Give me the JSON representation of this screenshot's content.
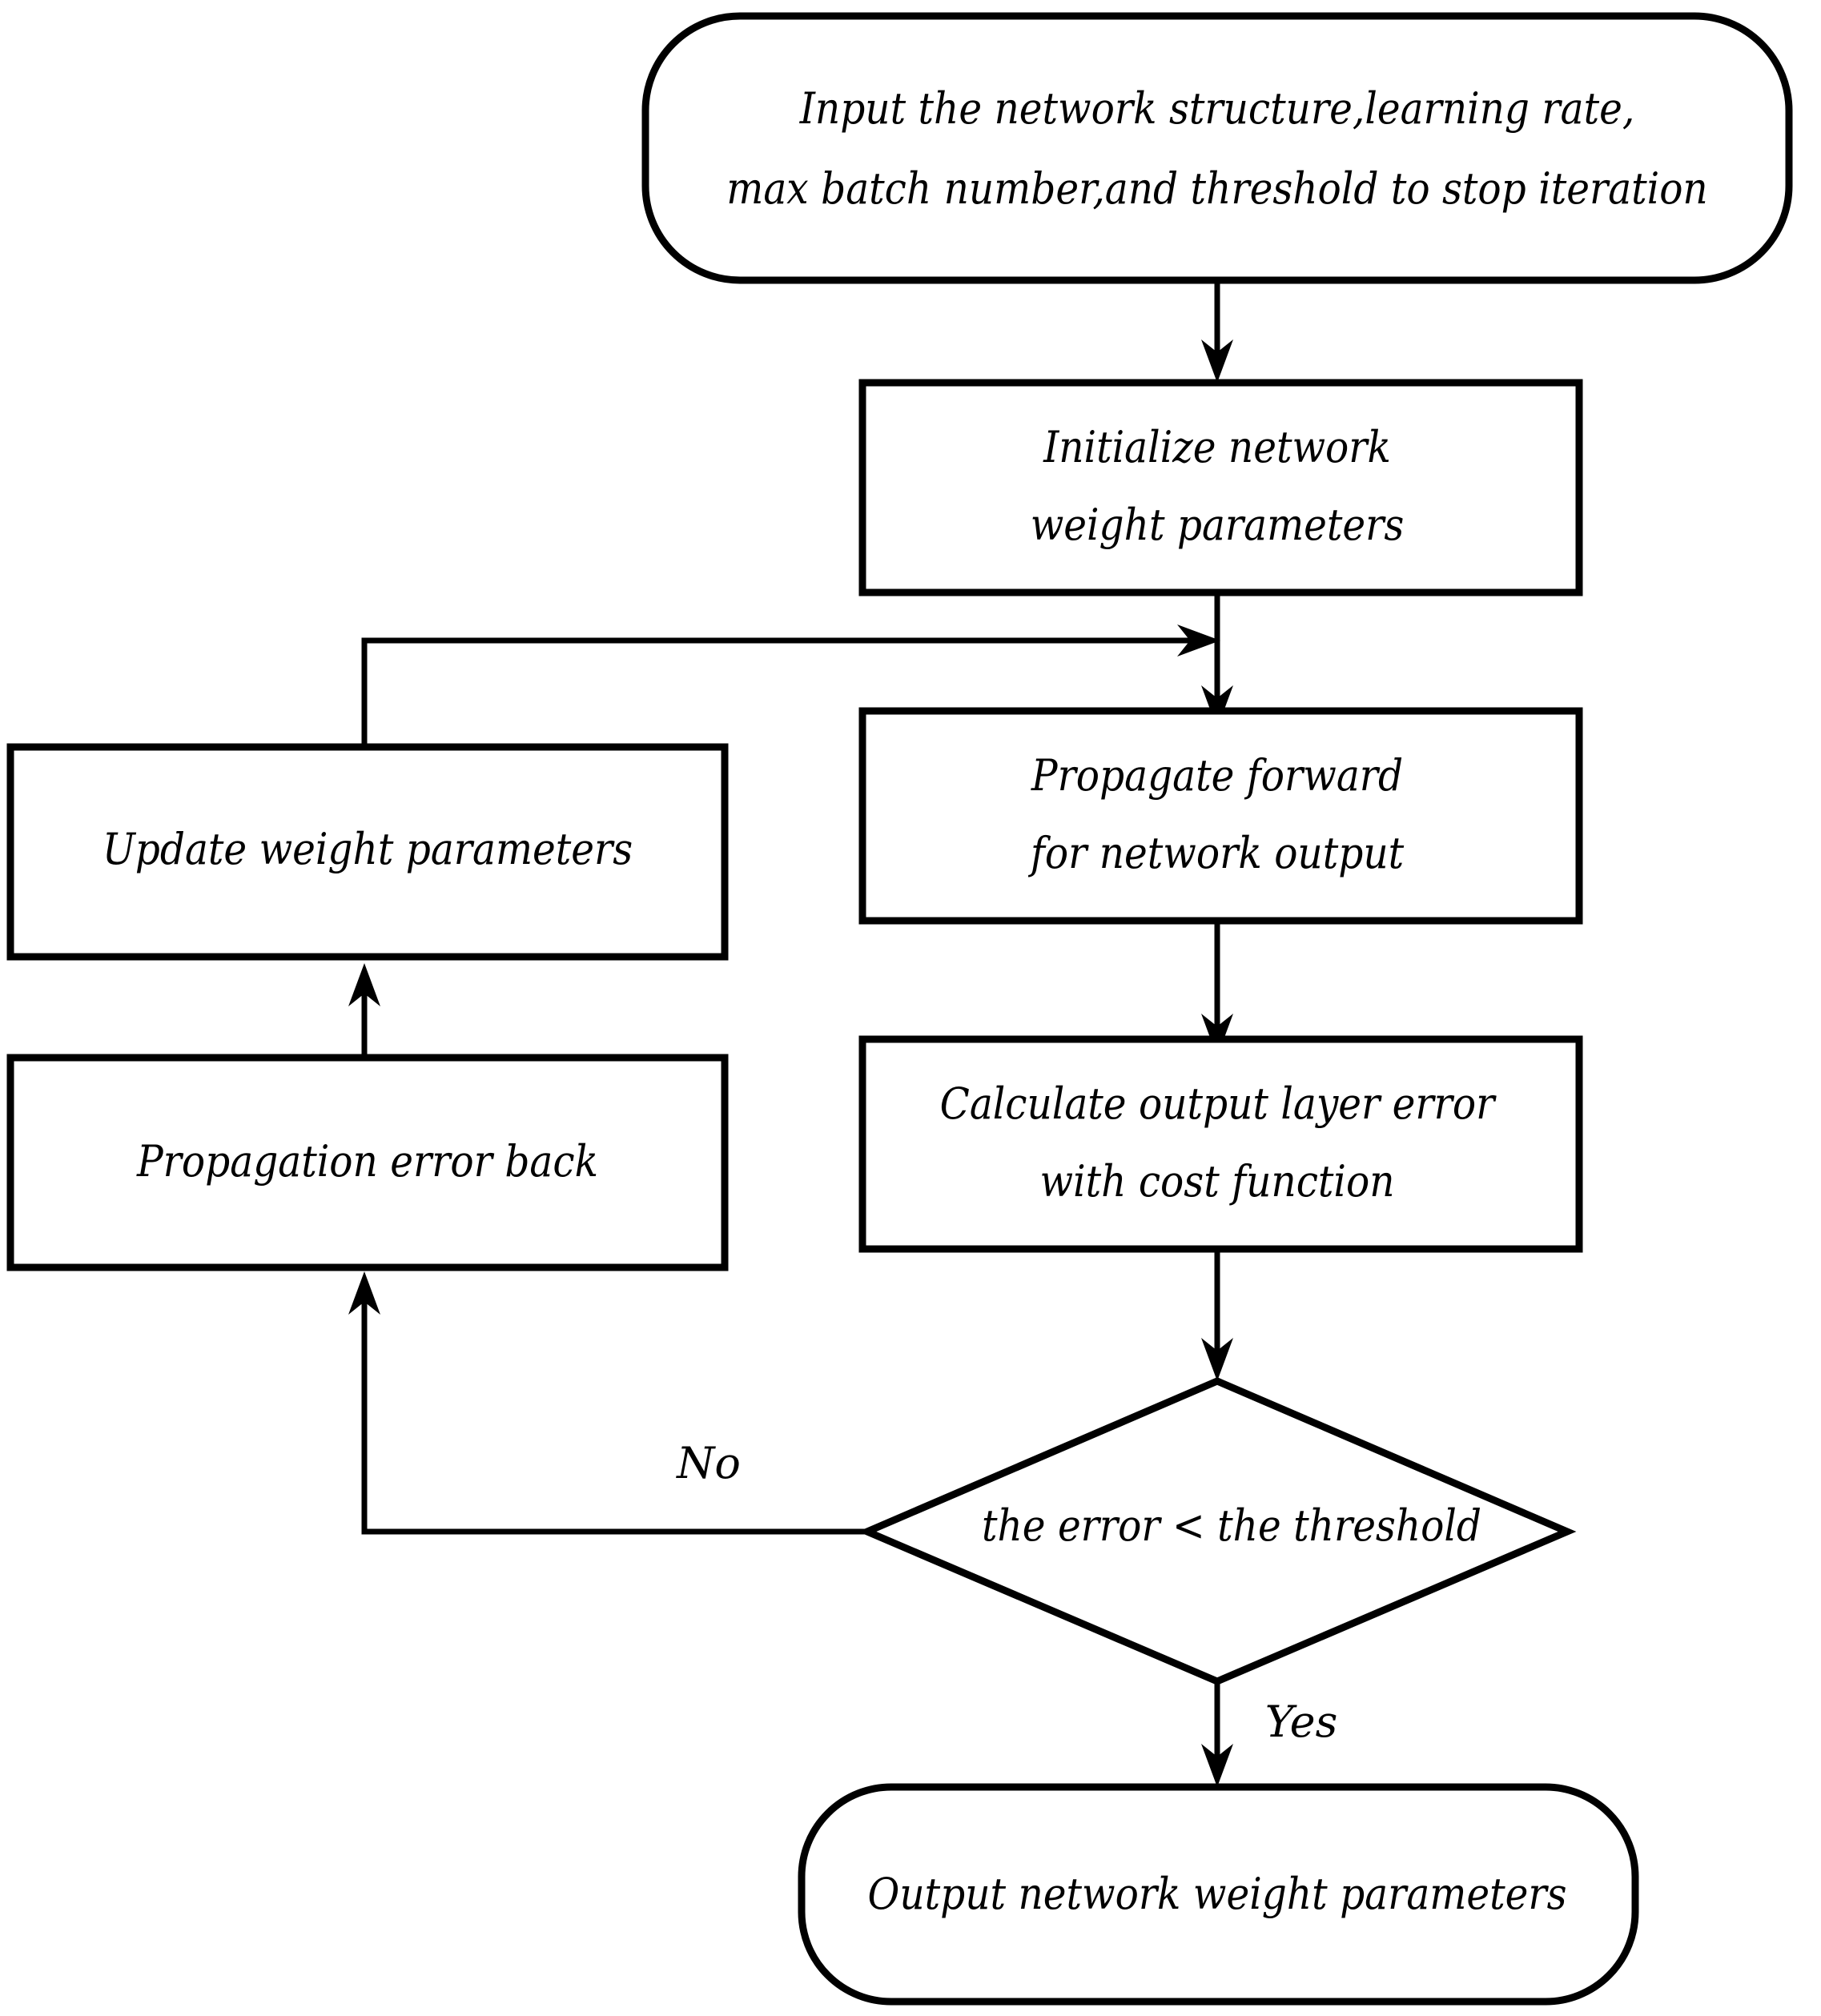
{
  "diagram": {
    "type": "flowchart",
    "title": "Neural network training flowchart",
    "orientation": "top-to-bottom with feedback loop",
    "background_color": "#ffffff",
    "line_color": "#000000",
    "text_color": "#000000",
    "nodes": [
      {
        "id": "input",
        "shape": "rounded-terminal",
        "lines": [
          "Input the network structure,learning rate,",
          "max batch number,and threshold to stop iteration"
        ]
      },
      {
        "id": "initialize",
        "shape": "rectangle",
        "lines": [
          "Initialize network",
          "weight parameters"
        ]
      },
      {
        "id": "forward",
        "shape": "rectangle",
        "lines": [
          "Propagate forward",
          "for network output"
        ]
      },
      {
        "id": "calculate",
        "shape": "rectangle",
        "lines": [
          "Calculate output layer error",
          "with cost function"
        ]
      },
      {
        "id": "decision",
        "shape": "diamond",
        "lines": [
          "the error < the threshold"
        ]
      },
      {
        "id": "output",
        "shape": "rounded-terminal",
        "lines": [
          "Output network weight parameters"
        ]
      },
      {
        "id": "backprop",
        "shape": "rectangle",
        "lines": [
          "Propagation error back"
        ]
      },
      {
        "id": "update",
        "shape": "rectangle",
        "lines": [
          "Update weight parameters"
        ]
      }
    ],
    "edges": [
      {
        "id": "input-initialize",
        "from": "input",
        "to": "initialize",
        "label": ""
      },
      {
        "id": "initialize-forward",
        "from": "initialize",
        "to": "forward",
        "label": ""
      },
      {
        "id": "forward-calculate",
        "from": "forward",
        "to": "calculate",
        "label": ""
      },
      {
        "id": "calculate-decision",
        "from": "calculate",
        "to": "decision",
        "label": ""
      },
      {
        "id": "decision-backprop",
        "from": "decision",
        "to": "backprop",
        "label": "No"
      },
      {
        "id": "backprop-update",
        "from": "backprop",
        "to": "update",
        "label": ""
      },
      {
        "id": "update-forward",
        "from": "update",
        "to": "forward",
        "label": ""
      },
      {
        "id": "decision-output",
        "from": "decision",
        "to": "output",
        "label": "Yes"
      }
    ]
  }
}
